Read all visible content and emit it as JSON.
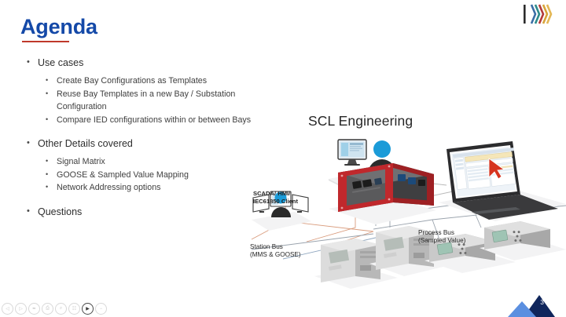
{
  "slide": {
    "title": "Agenda",
    "accent_blue": "#1449a8",
    "accent_red": "#c0392b",
    "background": "#ffffff"
  },
  "bullets": [
    {
      "level": 1,
      "label": "Use cases",
      "children": [
        "Create Bay Configurations as Templates",
        "Reuse Bay Templates in a new Bay / Substation Configuration",
        "Compare IED configurations within or between Bays"
      ]
    },
    {
      "level": 1,
      "label": "Other Details covered",
      "children": [
        "Signal Matrix",
        "GOOSE & Sampled Value Mapping",
        "Network Addressing options"
      ]
    },
    {
      "level": 1,
      "label": "Questions",
      "children": []
    }
  ],
  "diagram": {
    "heading": "SCL Engineering",
    "labels": {
      "scada": "SCADA/ HMI/\nIEC61850 Client",
      "scada_line1": "SCADA/ HMI/",
      "scada_line2": "IEC61850 Client",
      "station_bus_line1": "Station Bus",
      "station_bus_line2": "(MMS & GOOSE)",
      "process_bus_line1": "Process Bus",
      "process_bus_line2": "(Sampled Value)"
    },
    "nodes": [
      "engineering-workstation",
      "scada-hmi-client",
      "red-test-device",
      "engineering-laptop",
      "ied-cabinet-1",
      "ied-cabinet-2",
      "merging-unit-1",
      "merging-unit-2"
    ],
    "colors": {
      "station_bus_line": "#d99b7c",
      "process_bus_line": "#9aa3ad",
      "device_red": "#c0282c",
      "device_body": "#4a4a4a",
      "person_head": "#1b9bd8",
      "person_body": "#2b2b2b",
      "platform": "#f2f2f3"
    }
  },
  "logo": {
    "name": "chevron-k-logo",
    "bar_color": "#2b2b2b",
    "chevrons": [
      "#3a6ea5",
      "#2e8b8b",
      "#b33a3a",
      "#d8a33a",
      "#e0b24a"
    ]
  },
  "page_badge": {
    "number": "3",
    "light_blue": "#5b8fe0",
    "dark_blue": "#10265c"
  },
  "controls": [
    {
      "name": "previous-slide-button",
      "glyph": "◁"
    },
    {
      "name": "play-button",
      "glyph": "▷"
    },
    {
      "name": "pen-tool-button",
      "glyph": "✒"
    },
    {
      "name": "print-button",
      "glyph": "⎙"
    },
    {
      "name": "zoom-button",
      "glyph": "⌕"
    },
    {
      "name": "notes-button",
      "glyph": "☷"
    },
    {
      "name": "record-button",
      "glyph": "▶"
    },
    {
      "name": "minimize-button",
      "glyph": "−"
    }
  ]
}
